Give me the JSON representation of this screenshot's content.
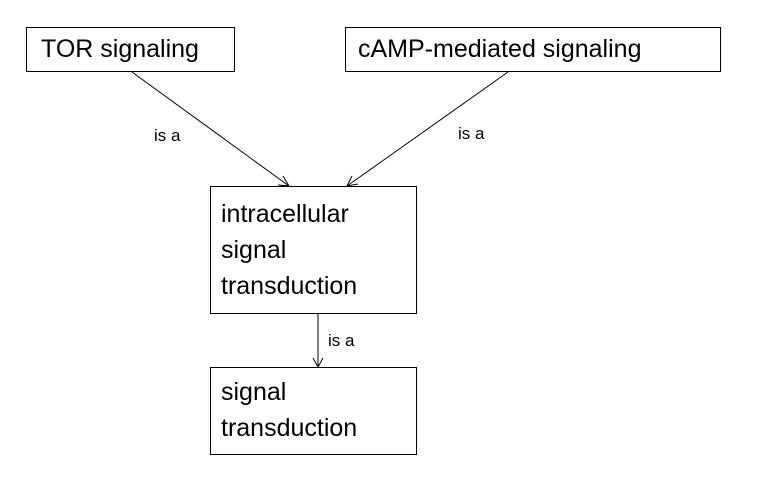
{
  "diagram": {
    "nodes": {
      "tor": {
        "label": "TOR signaling"
      },
      "camp": {
        "label": "cAMP-mediated signaling"
      },
      "intra": {
        "lines": [
          "intracellular",
          "signal",
          "transduction"
        ]
      },
      "signal": {
        "lines": [
          "signal",
          "transduction"
        ]
      }
    },
    "edges": [
      {
        "from": "TOR signaling",
        "to": "intracellular signal transduction",
        "label": "is a"
      },
      {
        "from": "cAMP-mediated signaling",
        "to": "intracellular signal transduction",
        "label": "is a"
      },
      {
        "from": "intracellular signal transduction",
        "to": "signal transduction",
        "label": "is a"
      }
    ],
    "colors": {
      "stroke": "#000000",
      "background": "#ffffff"
    }
  }
}
